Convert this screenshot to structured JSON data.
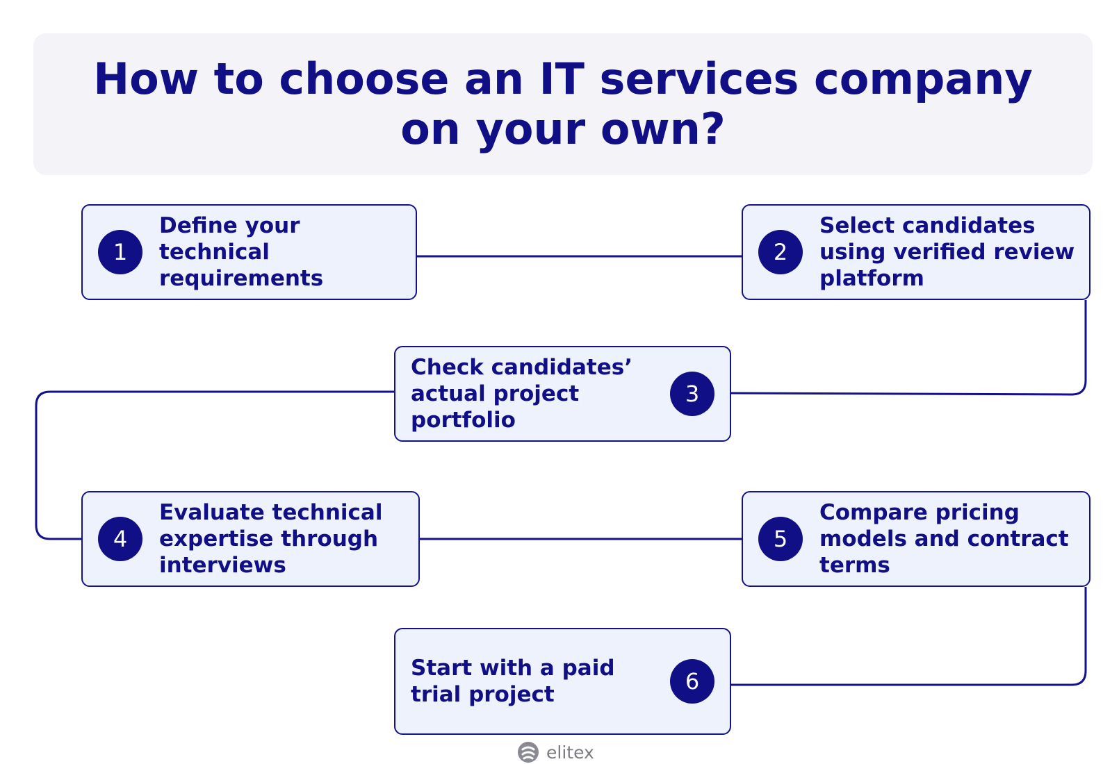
{
  "header": {
    "title": "How to choose an IT services company on your own?"
  },
  "steps": [
    {
      "number": "1",
      "label": "Define your technical requirements"
    },
    {
      "number": "2",
      "label": "Select candidates using verified review platform"
    },
    {
      "number": "3",
      "label": "Check candidates’ actual project portfolio"
    },
    {
      "number": "4",
      "label": "Evaluate technical expertise through interviews"
    },
    {
      "number": "5",
      "label": "Compare pricing models and contract terms"
    },
    {
      "number": "6",
      "label": "Start with a paid trial project"
    }
  ],
  "brand": {
    "name": "elitex",
    "icon": "elitex-logo-icon"
  },
  "colors": {
    "primary": "#110f85",
    "card_bg": "#eef2fc",
    "header_bg": "#f3f3f8",
    "brand_gray": "#7c7c86"
  }
}
